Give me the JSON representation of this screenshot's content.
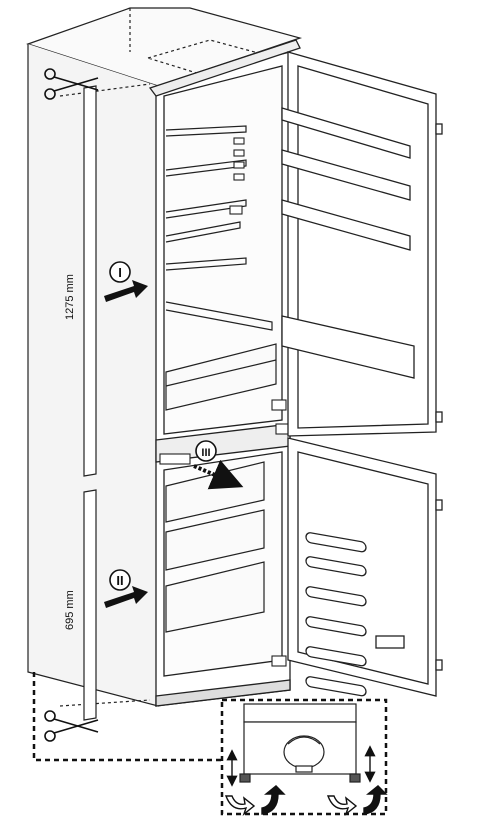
{
  "diagram": {
    "dimensions": {
      "upper_height": "1275 mm",
      "lower_height": "695 mm"
    },
    "steps": [
      "I",
      "II",
      "III"
    ],
    "icons": [
      "scissors-icon",
      "scissors-icon",
      "compressor-icon",
      "rotate-arrow-icon"
    ],
    "colors": {
      "line": "#1a1a1a",
      "fill": "#ffffff",
      "shade": "#d9d9d9"
    }
  }
}
